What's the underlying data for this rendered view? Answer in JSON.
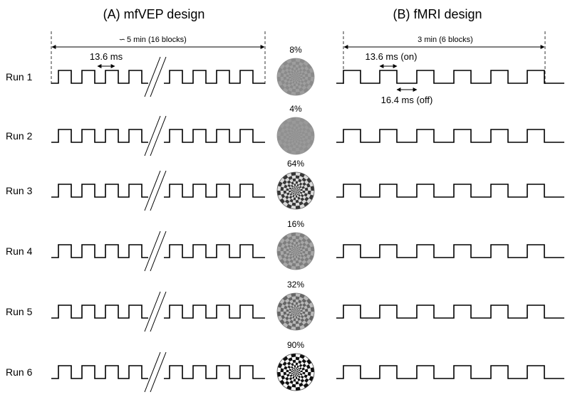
{
  "panel_a": {
    "title": "(A)  mfVEP design",
    "duration_label": "5 min (16 blocks)",
    "on_label": "13.6 ms"
  },
  "panel_b": {
    "title": "(B)  fMRI design",
    "duration_label": "3 min (6 blocks)",
    "on_label": "13.6 ms (on)",
    "off_label": "16.4 ms (off)"
  },
  "runs": [
    {
      "label": "Run 1",
      "contrast_label": "8%",
      "contrast": 0.08
    },
    {
      "label": "Run 2",
      "contrast_label": "4%",
      "contrast": 0.04
    },
    {
      "label": "Run 3",
      "contrast_label": "64%",
      "contrast": 0.64
    },
    {
      "label": "Run 4",
      "contrast_label": "16%",
      "contrast": 0.16
    },
    {
      "label": "Run 5",
      "contrast_label": "32%",
      "contrast": 0.32
    },
    {
      "label": "Run 6",
      "contrast_label": "90%",
      "contrast": 0.9
    }
  ],
  "icons": {
    "approx": "approximately-icon",
    "stimulus": "dartboard-checkerboard-icon"
  }
}
